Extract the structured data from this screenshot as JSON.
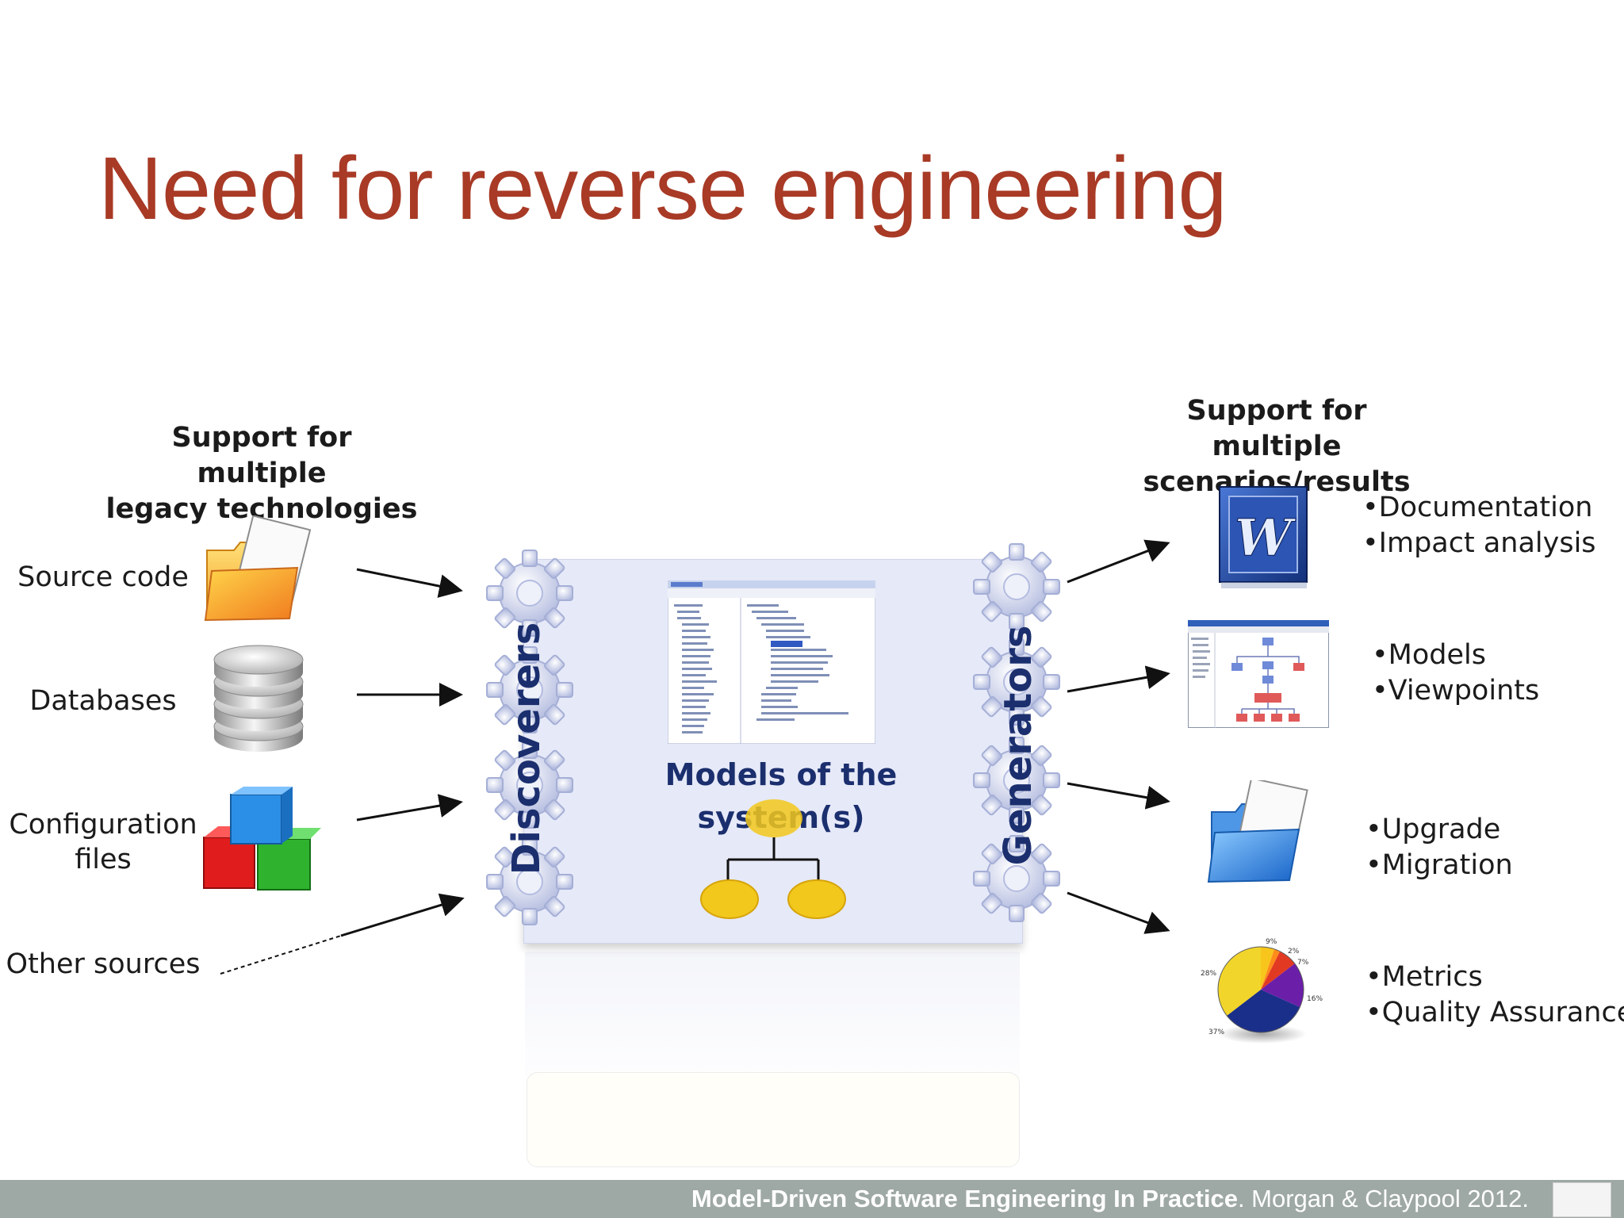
{
  "title": "Need for reverse engineering",
  "left_heading": [
    "Support for multiple",
    "legacy technologies"
  ],
  "right_heading": [
    "Support for multiple",
    "scenarios/results"
  ],
  "sources": [
    {
      "label": [
        "Source code"
      ],
      "icon": "folder-icon"
    },
    {
      "label": [
        "Databases"
      ],
      "icon": "database-icon"
    },
    {
      "label": [
        "Configuration",
        "files"
      ],
      "icon": "cubes-icon"
    },
    {
      "label": [
        "Other sources"
      ],
      "icon": ""
    }
  ],
  "discoverers_label": "Discoverers",
  "generators_label": "Generators",
  "models_label": [
    "Models of the",
    "system(s)"
  ],
  "outputs": [
    {
      "icon": "word-document-icon",
      "items": [
        "Documentation",
        "Impact analysis"
      ]
    },
    {
      "icon": "model-editor-icon",
      "items": [
        "Models",
        "Viewpoints"
      ]
    },
    {
      "icon": "blue-folder-icon",
      "items": [
        "Upgrade",
        "Migration"
      ]
    },
    {
      "icon": "pie-chart-icon",
      "items": [
        "Metrics",
        "Quality Assurance"
      ]
    }
  ],
  "pie_labels": [
    "9%",
    "2%",
    "7%",
    "16%",
    "37%",
    "28%"
  ],
  "footer": {
    "book": "Model-Driven Software Engineering In Practice",
    "rest": ". Morgan & Claypool 2012."
  },
  "colors": {
    "title": "#a83a26",
    "panel": "#e6e9f8",
    "panel_text": "#1b2f6e",
    "footer_bar": "#9ea8a4"
  }
}
